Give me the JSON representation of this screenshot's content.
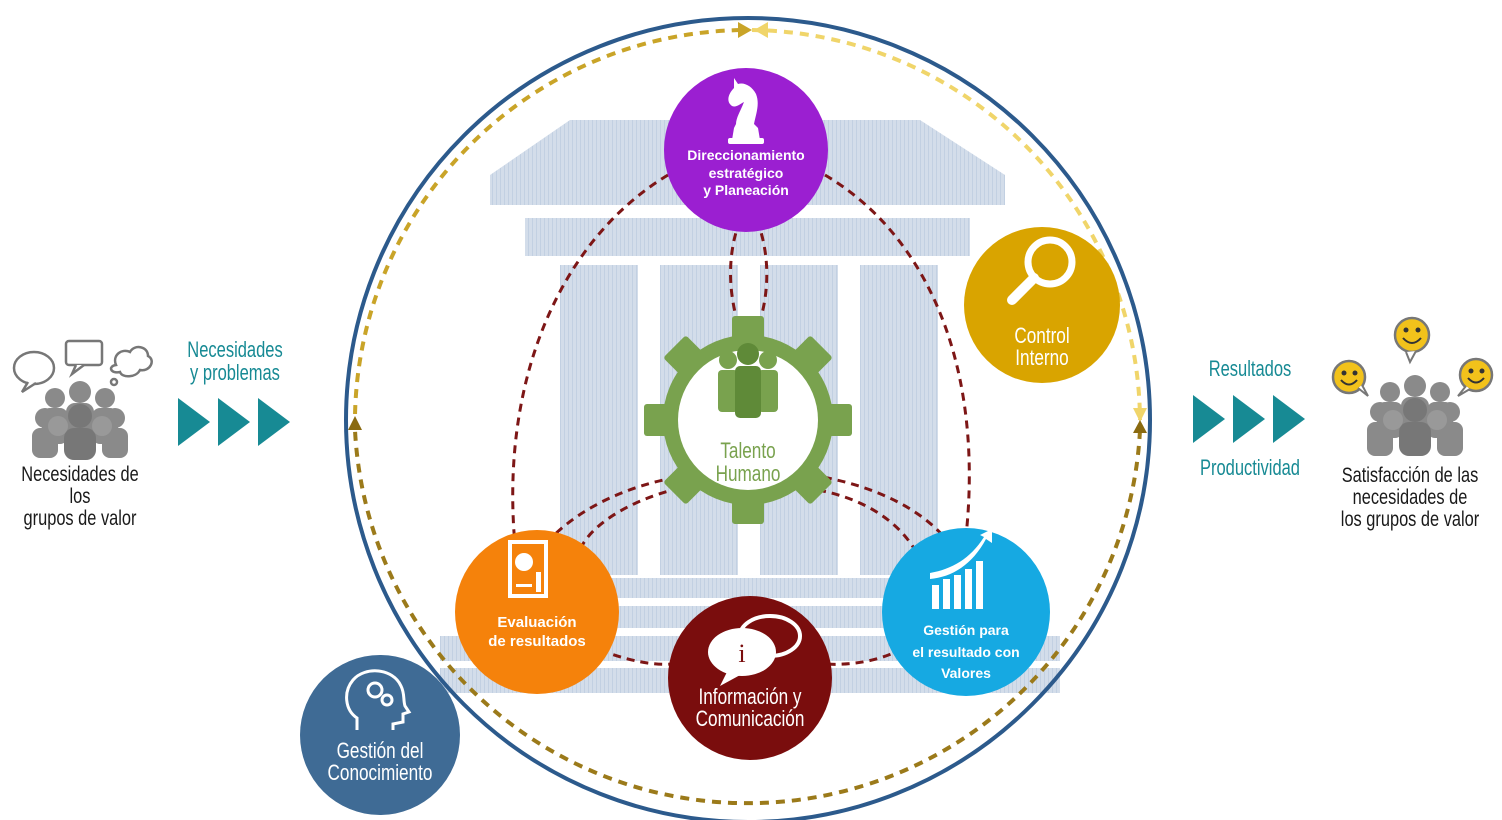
{
  "left": {
    "caption_line1": "Necesidades de los",
    "caption_line2": "grupos de valor",
    "arrow_label_line1": "Necesidades",
    "arrow_label_line2": "y problemas"
  },
  "right": {
    "arrow_label_top": "Resultados",
    "arrow_label_bottom": "Productividad",
    "caption_line1": "Satisfacción de las",
    "caption_line2": "necesidades de",
    "caption_line3": "los grupos de valor"
  },
  "nodes": {
    "direccionamiento": {
      "line1": "Direccionamiento",
      "line2": "estratégico",
      "line3": "y Planeación",
      "color": "#9b1fd1"
    },
    "control": {
      "line1": "Control",
      "line2": "Interno",
      "color": "#d9a400"
    },
    "talento": {
      "line1": "Talento",
      "line2": "Humano",
      "color": "#79a24e"
    },
    "evaluacion": {
      "line1": "Evaluación",
      "line2": "de resultados",
      "color": "#f5820b"
    },
    "informacion": {
      "line1": "Información y",
      "line2": "Comunicación",
      "color": "#7a0d0d"
    },
    "gestion_resultado": {
      "line1": "Gestión para",
      "line2": "el resultado con",
      "line3": "Valores",
      "color": "#16a9e2"
    },
    "conocimiento": {
      "line1": "Gestión del",
      "line2": "Conocimiento",
      "color": "#3f6b95"
    }
  },
  "colors": {
    "teal": "#178a94",
    "outer_ring": "#2c5a8c",
    "dashed_gold": "#c49a1a",
    "dashed_red": "#7d1616",
    "temple": "#bfcde0"
  }
}
